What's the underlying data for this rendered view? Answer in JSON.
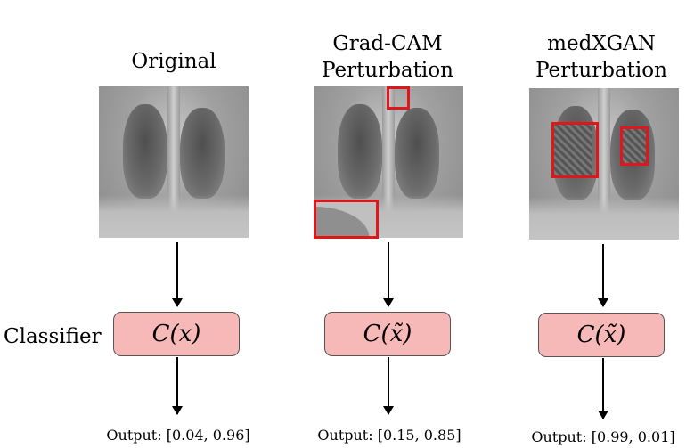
{
  "columns": [
    {
      "id": "original",
      "title_lines": [
        "Original"
      ],
      "classifier_expr": "C(x)",
      "output_label": "Output:",
      "output_value": "[0.04, 0.96]"
    },
    {
      "id": "gradcam",
      "title_lines": [
        "Grad-CAM",
        "Perturbation"
      ],
      "classifier_expr": "C(x̃)",
      "output_label": "Output:",
      "output_value": "[0.15, 0.85]"
    },
    {
      "id": "medxgan",
      "title_lines": [
        "medXGAN",
        "Perturbation"
      ],
      "classifier_expr": "C(x̃)",
      "output_label": "Output:",
      "output_value": "[0.99, 0.01]"
    }
  ],
  "row_label": "Classifier",
  "colors": {
    "box_fill": "#f7b8b8",
    "highlight": "#e0161b"
  }
}
